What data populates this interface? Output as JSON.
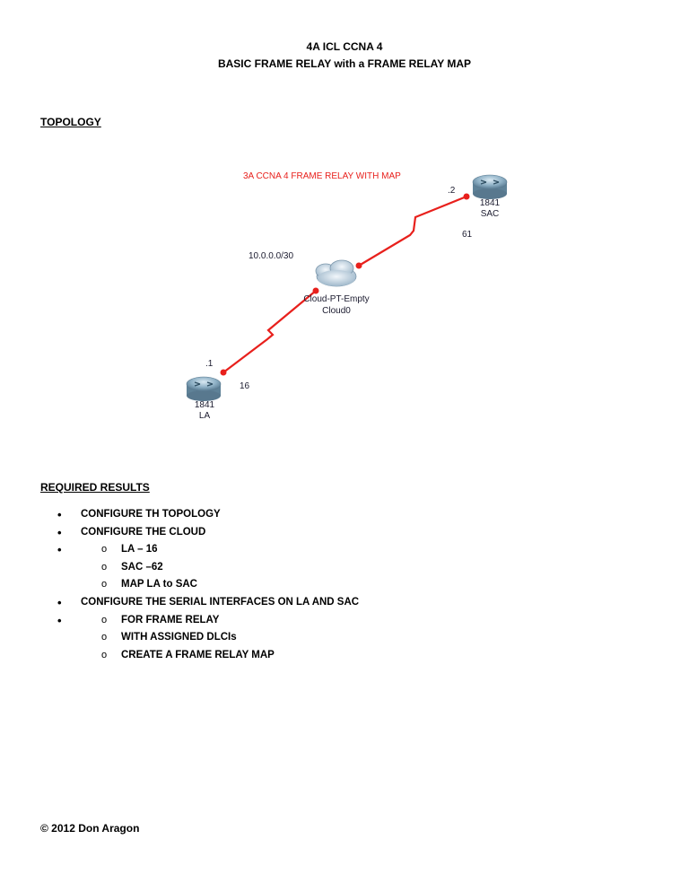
{
  "header": {
    "title_line1": "4A ICL CCNA 4",
    "title_line2": "BASIC FRAME RELAY with a  FRAME RELAY MAP"
  },
  "topology": {
    "heading": "TOPOLOGY",
    "diagram_title": "3A CCNA 4 FRAME RELAY WITH MAP",
    "network_label": "10.0.0.0/30",
    "cloud": {
      "model": "Cloud-PT-Empty",
      "name": "Cloud0"
    },
    "router_sac": {
      "model": "1841",
      "name": "SAC",
      "ip_suffix": ".2",
      "dlci": "61"
    },
    "router_la": {
      "model": "1841",
      "name": "LA",
      "ip_suffix": ".1",
      "dlci": "16"
    },
    "link_color": "#e8201c"
  },
  "results": {
    "heading": "REQUIRED RESULTS",
    "items": [
      {
        "label": "CONFIGURE TH TOPOLOGY",
        "sub": []
      },
      {
        "label": "CONFIGURE THE CLOUD",
        "sub": [
          "LA – 16",
          "SAC –62",
          "MAP LA to SAC"
        ]
      },
      {
        "label": "CONFIGURE THE SERIAL INTERFACES ON LA AND SAC",
        "sub": [
          "FOR FRAME RELAY",
          "WITH ASSIGNED DLCIs",
          "CREATE A FRAME RELAY MAP"
        ]
      }
    ]
  },
  "footer": {
    "copyright": "© 2012 Don Aragon"
  }
}
